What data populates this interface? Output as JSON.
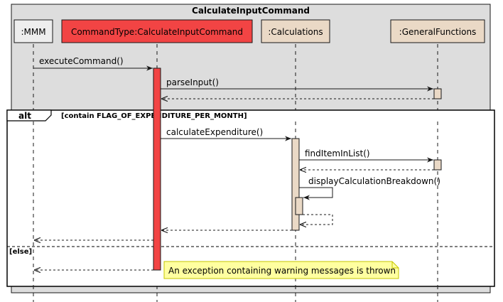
{
  "diagram": {
    "group_title": "CalculateInputCommand",
    "participants": [
      {
        "id": "mmm",
        "label": ":MMM",
        "fill": "#EEEEEE"
      },
      {
        "id": "cmd",
        "label": "CommandType:CalculateInputCommand",
        "fill": "#F24444"
      },
      {
        "id": "calc",
        "label": ":Calculations",
        "fill": "#EAD9C6"
      },
      {
        "id": "gf",
        "label": ":GeneralFunctions",
        "fill": "#EAD9C6"
      }
    ],
    "messages": {
      "m1": "executeCommand()",
      "m2": "parseInput()",
      "m3": "calculateExpenditure()",
      "m4": "findItemInList()",
      "m5": "displayCalculationBreakdown()"
    },
    "fragment": {
      "keyword": "alt",
      "guard1": "[contain FLAG_OF_EXPENDITURE_PER_MONTH]",
      "guard2": "[else]"
    },
    "note": "An exception containing warning messages is thrown",
    "colors": {
      "group_bg": "#DDDDDD",
      "red": "#F24444",
      "tan": "#EAD9C6",
      "note_bg": "#FFFFA0",
      "note_border": "#C6C600"
    }
  }
}
